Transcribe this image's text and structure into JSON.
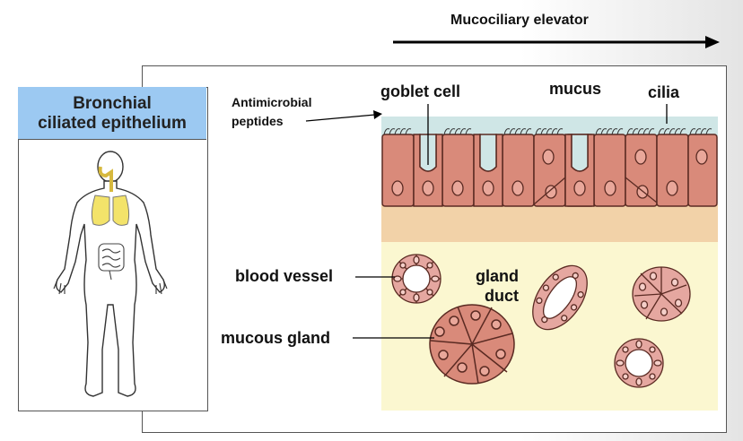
{
  "header": {
    "elevator_label": "Mucociliary elevator"
  },
  "panel": {
    "title_line1": "Bronchial",
    "title_line2": "ciliated epithelium"
  },
  "labels": {
    "antimicrobial_line1": "Antimicrobial",
    "antimicrobial_line2": "peptides",
    "goblet_cell": "goblet cell",
    "mucus": "mucus",
    "cilia": "cilia",
    "blood_vessel": "blood vessel",
    "gland_line1": "gland",
    "gland_line2": "duct",
    "mucous_gland": "mucous gland"
  },
  "colors": {
    "panel_header": "#9cc9f2",
    "mucus": "#cfe6e6",
    "epithelial_cell": "#d98a7a",
    "basement_layer": "#f2d2a8",
    "submucosa": "#fbf7d0",
    "lung_yellow": "#f3e36a"
  }
}
